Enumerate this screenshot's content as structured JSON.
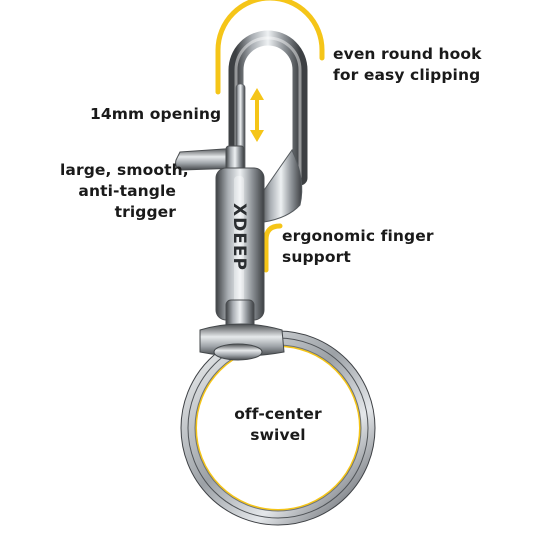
{
  "brand": {
    "logo_text": "XDEEP"
  },
  "colors": {
    "accent": "#f5c518",
    "steel_dark": "#3d4043",
    "steel_mid": "#a9aeb3",
    "steel_light": "#eef1f3",
    "text": "#1a1a1a"
  },
  "labels": {
    "hook": [
      "even round hook",
      "for easy clipping"
    ],
    "opening": [
      "14mm opening"
    ],
    "trigger": [
      "large, smooth,",
      "anti-tangle",
      "trigger"
    ],
    "finger": [
      "ergonomic finger",
      "support"
    ],
    "swivel": [
      "off-center",
      "swivel"
    ]
  },
  "icons": {
    "opening_indicator": "double-arrow-vertical-icon"
  }
}
